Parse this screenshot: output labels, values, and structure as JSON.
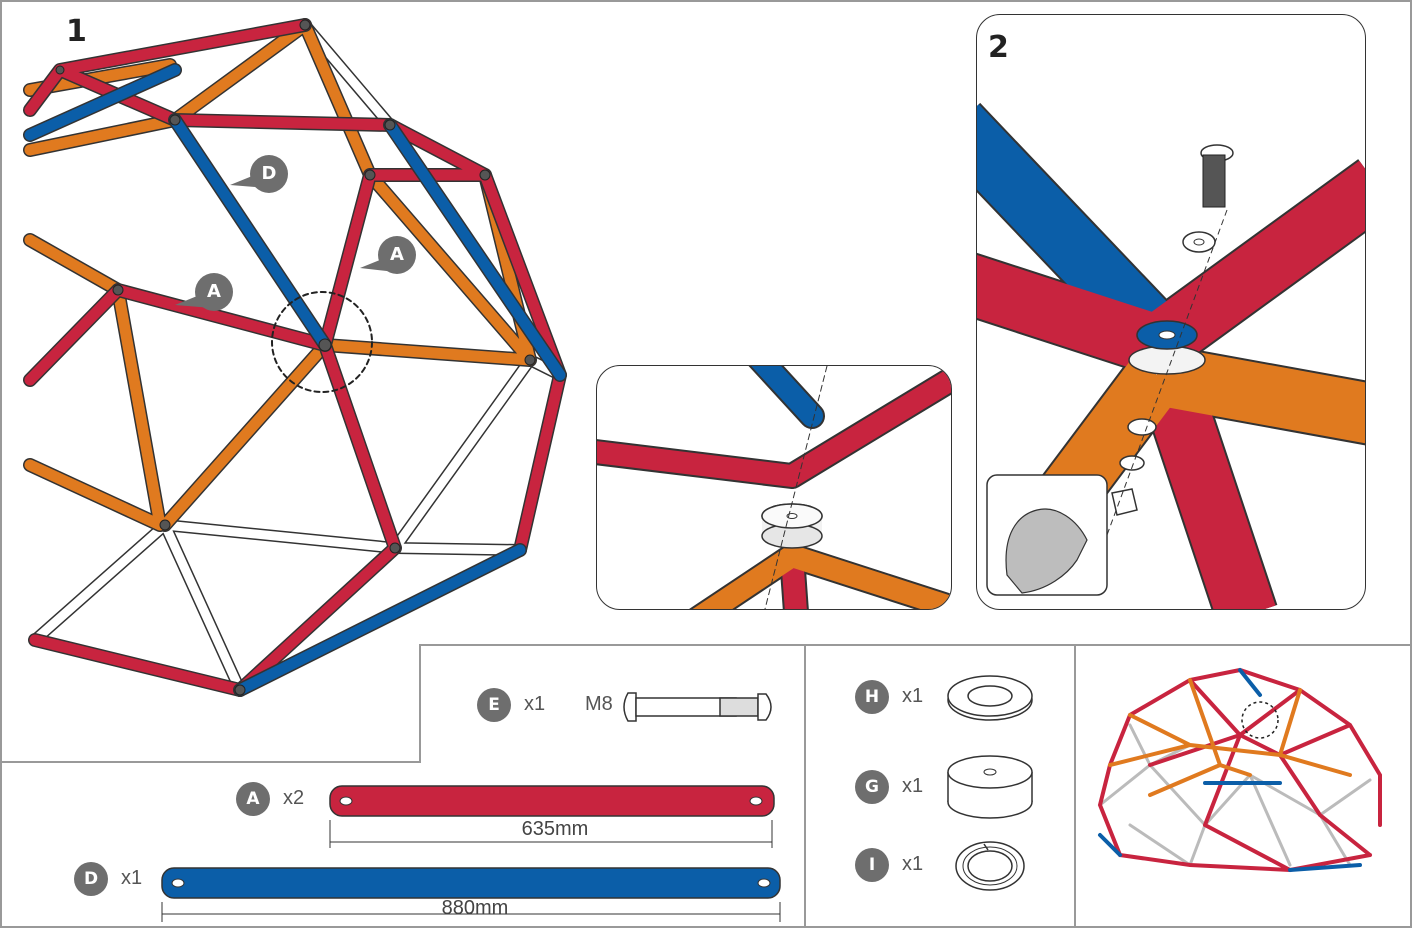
{
  "steps": {
    "step1": "1",
    "step2": "2"
  },
  "callouts": {
    "d": "D",
    "a_upper": "A",
    "a_lower": "A"
  },
  "parts": {
    "e": {
      "letter": "E",
      "qty": "x1",
      "size": "M8"
    },
    "a": {
      "letter": "A",
      "qty": "x2",
      "length": "635mm"
    },
    "d": {
      "letter": "D",
      "qty": "x1",
      "length": "880mm"
    },
    "h": {
      "letter": "H",
      "qty": "x1"
    },
    "g": {
      "letter": "G",
      "qty": "x1"
    },
    "i": {
      "letter": "I",
      "qty": "x1"
    }
  },
  "colors": {
    "red": "#c8243f",
    "blue": "#0b5ea8",
    "orange": "#e07a1f",
    "white": "#ffffff",
    "badge": "#6e6e6e"
  }
}
